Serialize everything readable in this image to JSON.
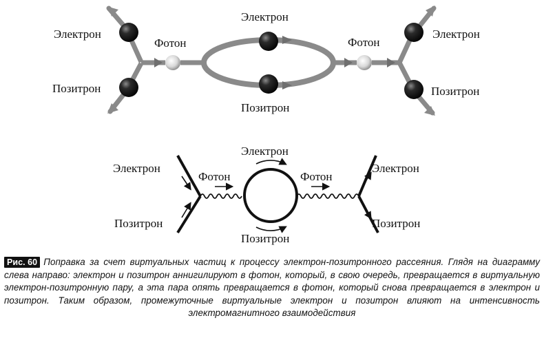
{
  "top_diagram": {
    "labels": {
      "electron_left": "Электрон",
      "positron_left": "Позитрон",
      "photon_left": "Фотон",
      "electron_middle": "Электрон",
      "positron_middle": "Позитрон",
      "photon_right": "Фотон",
      "electron_right": "Электрон",
      "positron_right": "Позитрон"
    }
  },
  "feynman_diagram": {
    "labels": {
      "electron_left": "Электрон",
      "positron_left": "Позитрон",
      "photon_left": "Фотон",
      "electron_loop": "Электрон",
      "positron_loop": "Позитрон",
      "photon_right": "Фотон",
      "electron_right": "Электрон",
      "positron_right": "Позитрон"
    }
  },
  "caption": {
    "figure_label": "Рис. 60",
    "text": "Поправка за счет виртуальных частиц к процессу электрон-позитронного рассеяния. Глядя на диаграмму слева направо: электрон и позитрон аннигилируют в фотон, который, в свою очередь, превращается в виртуальную электрон-позитронную пару, а эта пара опять превращается в фотон, который снова превращается в электрон и позитрон. Таким образом, промежуточные виртуальные электрон и позитрон влияют на интенсивность электромагнитного взаимодействия"
  }
}
